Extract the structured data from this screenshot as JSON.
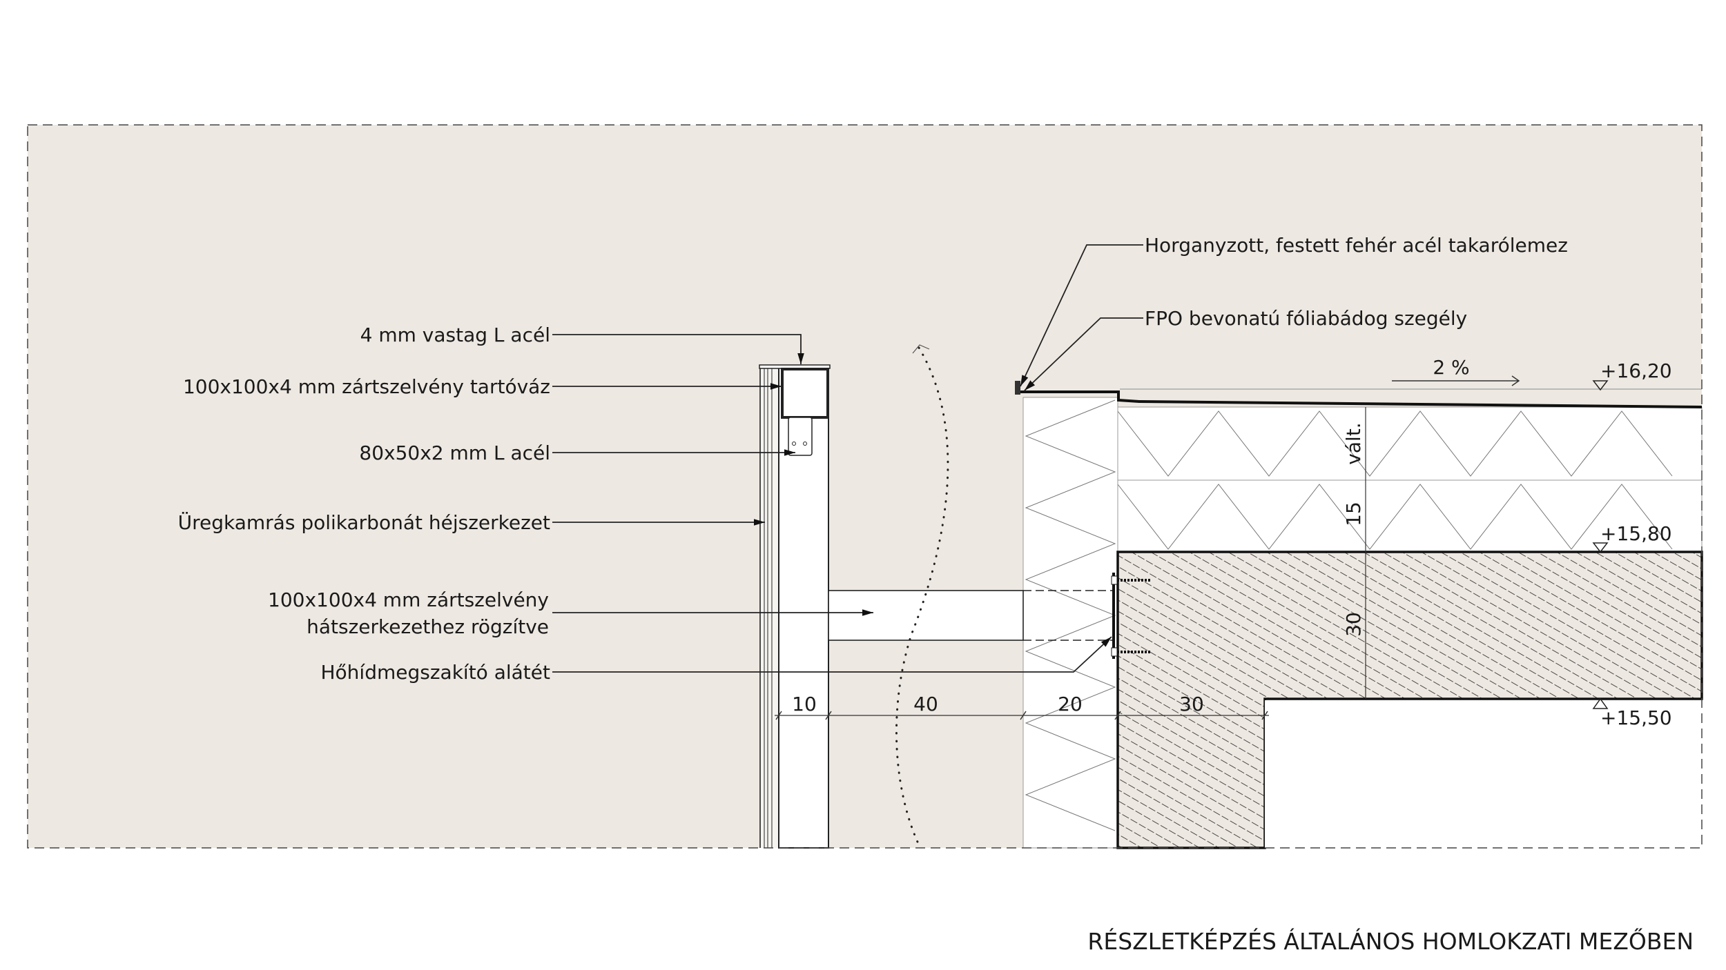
{
  "labels": {
    "l_steel_4mm": "4 mm vastag L acél",
    "frame_tube": "100x100x4 mm zártszelvény tartóváz",
    "l_steel_80x50": "80x50x2 mm L acél",
    "polycarbonate": "Üregkamrás polikarbonát héjszerkezet",
    "fixed_tube_line1": "100x100x4 mm zártszelvény",
    "fixed_tube_line2": "hátszerkezethez rögzítve",
    "thermal_break": "Hőhídmegszakító alátét",
    "coping": "Horganyzott, festett fehér acél takarólemez",
    "fpo_edge": "FPO bevonatú fóliabádog szegély"
  },
  "dimensions": {
    "horizontal": [
      "10",
      "40",
      "20",
      "30"
    ],
    "vertical": [
      "vált.",
      "15",
      "30"
    ]
  },
  "levels": [
    "+16,20",
    "+15,80",
    "+15,50"
  ],
  "slope": "2 %",
  "title": "RÉSZLETKÉPZÉS ÁLTALÁNOS HOMLOKZATI MEZŐBEN",
  "colors": {
    "background": "#ede8e1",
    "line": "#222222"
  }
}
